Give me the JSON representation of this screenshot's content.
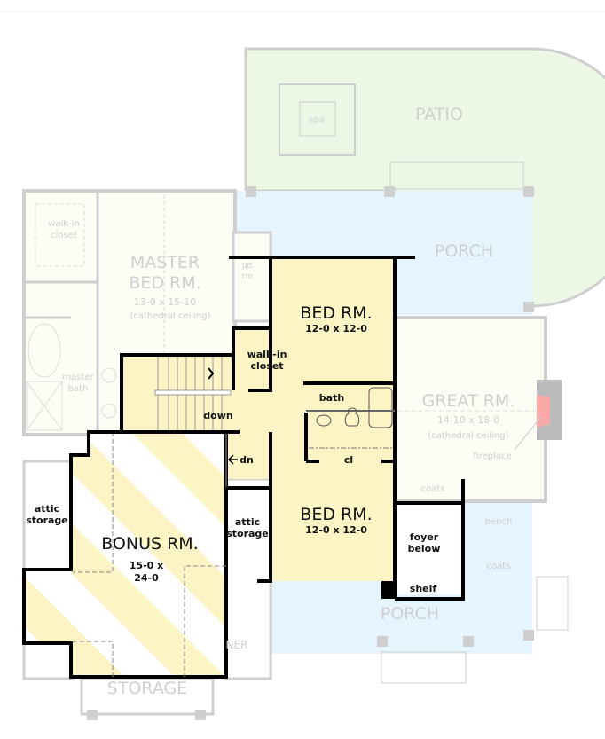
{
  "plan": {
    "colors": {
      "patio": "#ecf7e6",
      "porch": "#e6f4fd",
      "faint_room": "#fdfcf5",
      "active_room": "#fdf4c6",
      "wall": "#000000",
      "faint_wall": "#cfcfcf",
      "fireplace": "#f9a9a8"
    },
    "faint_labels": {
      "patio": "PATIO",
      "spa": "spa",
      "porch_top": "PORCH",
      "porch_bottom": "PORCH",
      "master_title_1": "MASTER",
      "master_title_2": "BED RM.",
      "master_dims": "13-0 x 15-10",
      "master_ceiling": "(cathedral ceiling)",
      "master_closet_1": "walk-in",
      "master_closet_2": "closet",
      "master_bath_1": "master",
      "master_bath_2": "bath",
      "pd_1": "pd.",
      "pd_2": "rm.",
      "great_title": "GREAT RM.",
      "great_dims": "14-10 x 18-0",
      "great_ceiling": "(cathedral ceiling)",
      "fireplace": "fireplace",
      "coats_1": "coats",
      "bench": "bench",
      "coats_2": "coats",
      "storage": "STORAGE",
      "watermark": "NER"
    },
    "labels": {
      "bed1_title": "BED RM.",
      "bed1_dims": "12-0 x 12-0",
      "bed2_title": "BED RM.",
      "bed2_dims": "12-0 x 12-0",
      "closet_1": "walk-in",
      "closet_2": "closet",
      "bath": "bath",
      "cl": "cl",
      "down": "down",
      "dn": "dn",
      "attic_left_1": "attic",
      "attic_left_2": "storage",
      "attic_right_1": "attic",
      "attic_right_2": "storage",
      "bonus_title": "BONUS RM.",
      "bonus_dims_1": "15-0 x",
      "bonus_dims_2": "24-0",
      "foyer_1": "foyer",
      "foyer_2": "below",
      "shelf": "shelf"
    }
  }
}
